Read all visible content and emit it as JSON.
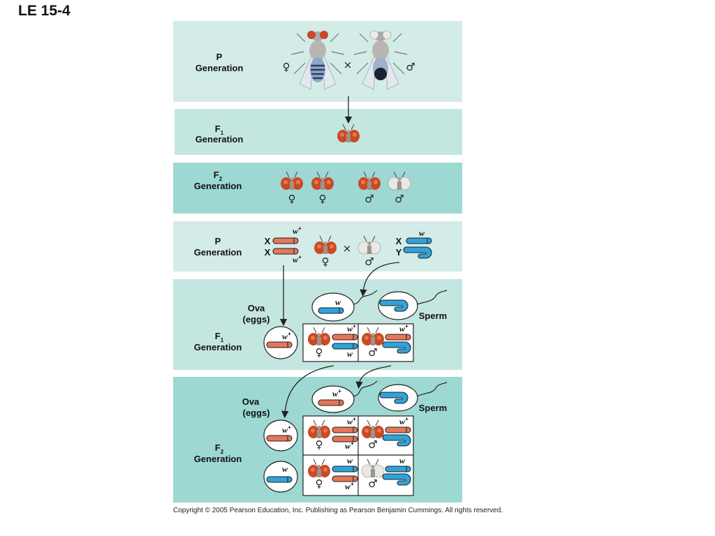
{
  "title": "LE 15-4",
  "gen_labels": {
    "p": "P",
    "f": "F",
    "sub1": "1",
    "sub2": "2",
    "generation": "Generation"
  },
  "symbols": {
    "female": "♀",
    "male": "♂",
    "cross": "×"
  },
  "chromosomes": {
    "x": "X",
    "y": "Y"
  },
  "alleles": {
    "w": "w",
    "plus": "+"
  },
  "gametes": {
    "ova_line1": "Ova",
    "ova_line2": "(eggs)",
    "sperm": "Sperm"
  },
  "colors": {
    "panel_light": "#d3ece8",
    "panel_mid": "#c4e6e1",
    "panel_dark": "#9ed8d3",
    "red_chromosome": "#e6765a",
    "blue_chromosome": "#2fa3dc",
    "red_eye": "#c94a25"
  },
  "copyright": "Copyright ©  2005 Pearson Education, Inc. Publishing as Pearson Benjamin Cummings. All rights reserved."
}
